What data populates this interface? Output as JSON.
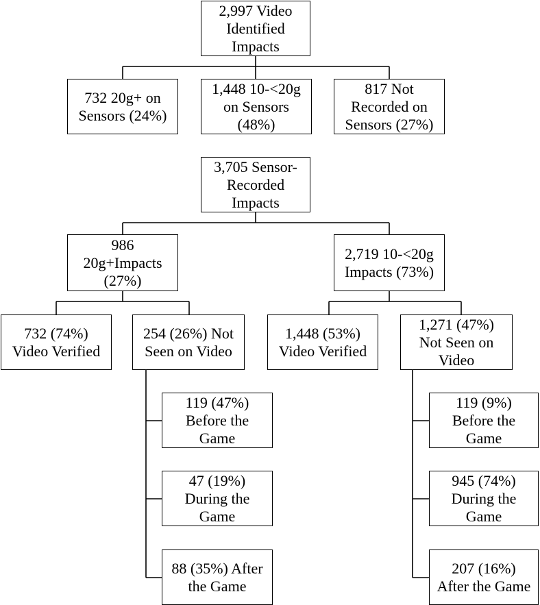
{
  "video_tree": {
    "root": "2,997 Video\nIdentified\nImpacts",
    "children": [
      "732 20g+ on\nSensors (24%)",
      "1,448 10-<20g\non Sensors\n(48%)",
      "817 Not\nRecorded on\nSensors (27%)"
    ]
  },
  "sensor_tree": {
    "root": "3,705 Sensor-\nRecorded\nImpacts",
    "left": {
      "label": "986\n20g+Impacts\n(27%)",
      "verified": "732 (74%)\nVideo Verified",
      "not_seen": "254 (26%) Not\nSeen on Video",
      "breakdown": [
        "119 (47%)\nBefore the\nGame",
        "47 (19%)\nDuring the\nGame",
        "88 (35%) After\nthe Game"
      ]
    },
    "right": {
      "label": "2,719 10-<20g\nImpacts (73%)",
      "verified": "1,448 (53%)\nVideo Verified",
      "not_seen": "1,271 (47%)\nNot Seen on\nVideo",
      "breakdown": [
        "119 (9%)\nBefore the\nGame",
        "945 (74%)\nDuring the\nGame",
        "207 (16%)\nAfter the Game"
      ]
    }
  }
}
